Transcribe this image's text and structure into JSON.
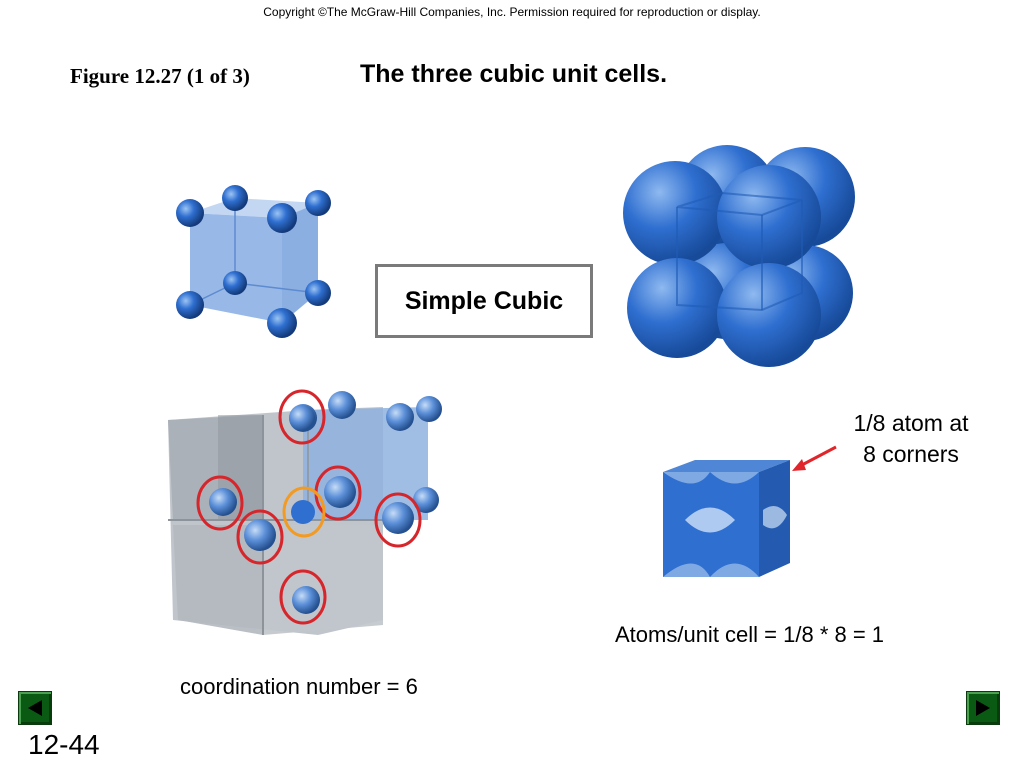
{
  "copyright": "Copyright ©The McGraw-Hill Companies, Inc.  Permission required for reproduction or display.",
  "figure_label": "Figure 12.27 (1 of 3)",
  "title": "The three cubic unit cells.",
  "box_label": "Simple Cubic",
  "corner_note": {
    "line1": "1/8 atom at",
    "line2": "8 corners"
  },
  "atoms_per_cell": "Atoms/unit cell = 1/8 * 8 = 1",
  "coordination": "coordination number = 6",
  "slide_number": "12-44",
  "icons": {
    "prev": "prev-arrow-icon",
    "next": "next-arrow-icon"
  },
  "colors": {
    "atom": "#2f6fd0",
    "cube": "#7aa6de",
    "highlight_ring": "#d6262b",
    "center_ring": "#f39a22",
    "nav_button": "#0b5a14"
  }
}
